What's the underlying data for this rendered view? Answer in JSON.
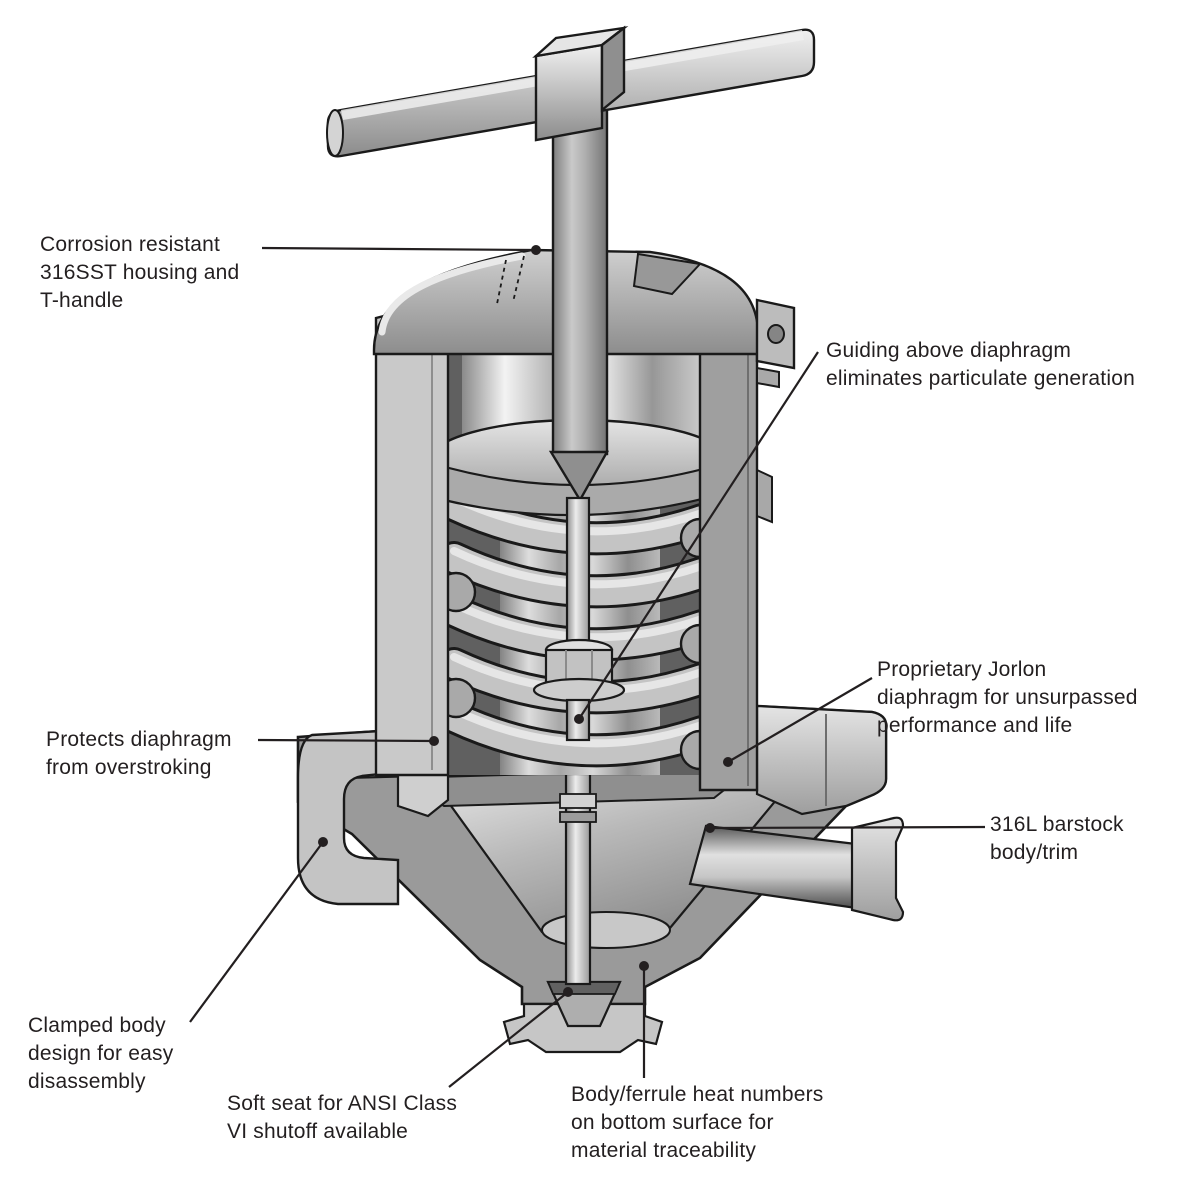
{
  "figure": {
    "type": "cutaway technical illustration",
    "subject": "Manual diaphragm valve with T-handle, spring-loaded actuator, Jorlon diaphragm and clamped sanitary body",
    "palette": {
      "background": "#ffffff",
      "outline": "#1a1a1a",
      "leader_line": "#231f20",
      "label_text": "#231f20",
      "metal_light": "#ececec",
      "metal_mid": "#b5b5b5",
      "metal_dark": "#5f5f5f",
      "cut_face": "#c9c9c9"
    },
    "parts": [
      "t-handle",
      "handle-boss",
      "actuator-stem",
      "housing-top",
      "housing-wall-left",
      "housing-wall-right",
      "mounting-lug",
      "spring",
      "spring-seat",
      "stem-nut",
      "stem-guide",
      "jorlon-diaphragm",
      "valve-stem-lower",
      "body-clamp",
      "valve-body",
      "body-cone-interior",
      "outlet-port",
      "outlet-ferrule",
      "soft-seat-plug",
      "bottom-ferrule"
    ]
  },
  "callouts": {
    "corrosion": {
      "text": "Corrosion resistant\n316SST housing and\nT-handle",
      "points_to": "housing-top"
    },
    "guiding": {
      "text": "Guiding above diaphragm\neliminates particulate generation",
      "points_to": "valve-stem-lower"
    },
    "jorlon": {
      "text": "Proprietary Jorlon\ndiaphragm for unsurpassed\nperformance and life",
      "points_to": "jorlon-diaphragm"
    },
    "barstock": {
      "text": "316L barstock\nbody/trim",
      "points_to": "body-cone-interior"
    },
    "protects": {
      "text": "Protects diaphragm\nfrom overstroking",
      "points_to": "housing-wall-left"
    },
    "clamped": {
      "text": "Clamped body\ndesign for easy\ndisassembly",
      "points_to": "body-clamp"
    },
    "softseat": {
      "text": "Soft seat for ANSI Class\nVI shutoff available",
      "points_to": "soft-seat-plug"
    },
    "ferrule": {
      "text": "Body/ferrule heat numbers\non bottom surface for\nmaterial traceability",
      "points_to": "valve-body"
    }
  }
}
